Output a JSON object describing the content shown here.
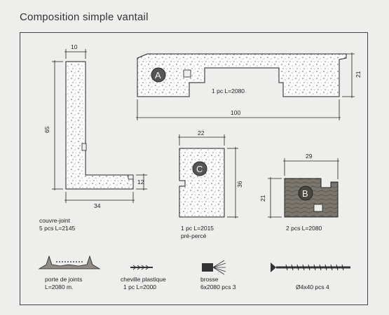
{
  "title": "Composition simple vantail",
  "parts": {
    "couvre_joint": {
      "dim_top": "10",
      "dim_height": "65",
      "dim_bottom_w": "34",
      "dim_small_h": "12",
      "label_line1": "couvre-joint",
      "label_line2": "5 pcs L=2145"
    },
    "part_a": {
      "marker": "A",
      "label": "1 pc L=2080",
      "dim_width": "100",
      "dim_height": "21"
    },
    "part_c": {
      "marker": "C",
      "dim_width": "22",
      "dim_height": "36",
      "label_line1": "1 pc L=2015",
      "label_line2": "pré-percé"
    },
    "part_b": {
      "marker": "B",
      "dim_width": "29",
      "dim_height": "21",
      "label": "2 pcs L=2080"
    }
  },
  "accessories": {
    "porte_joints": {
      "line1": "porte de joints",
      "line2": "L=2080 m."
    },
    "cheville": {
      "line1": "cheville plastique",
      "line2": "1 pc L=2000"
    },
    "brosse": {
      "line1": "brosse",
      "line2": "6x2080 pcs 3"
    },
    "vis": {
      "line1": "Ø4x40 pcs 4"
    }
  },
  "colors": {
    "background": "#eeeeec",
    "ink": "#222222",
    "wood": "#6e6a63"
  }
}
